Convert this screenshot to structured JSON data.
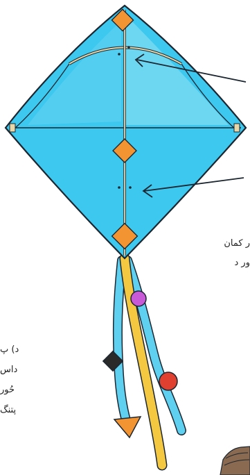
{
  "labels": {
    "caption_right_1": "ر کمان",
    "caption_right_2": "ور د",
    "caption_left_1": "د) پ",
    "caption_left_2": "داس",
    "caption_left_3": "حُور",
    "caption_left_4": "پتنگ"
  },
  "colors": {
    "kite_fill": "#3cc8ef",
    "kite_light": "#a8e8f7",
    "kite_outline": "#1c2630",
    "spar": "#e8d7a8",
    "orange_patch": "#f39433",
    "tail_yellow": "#f5c842",
    "tail_blue": "#5fd0f0",
    "bead_purple": "#c85ad8",
    "bead_red": "#e04030",
    "bead_black": "#2a2a2a",
    "arrow": "#1c2630",
    "figure": "#8a6a50"
  },
  "icons": {
    "kite": "kite-illustration",
    "pointer_arrow": "arrow-left-icon",
    "partial_figure": "figure-corner-illustration"
  }
}
